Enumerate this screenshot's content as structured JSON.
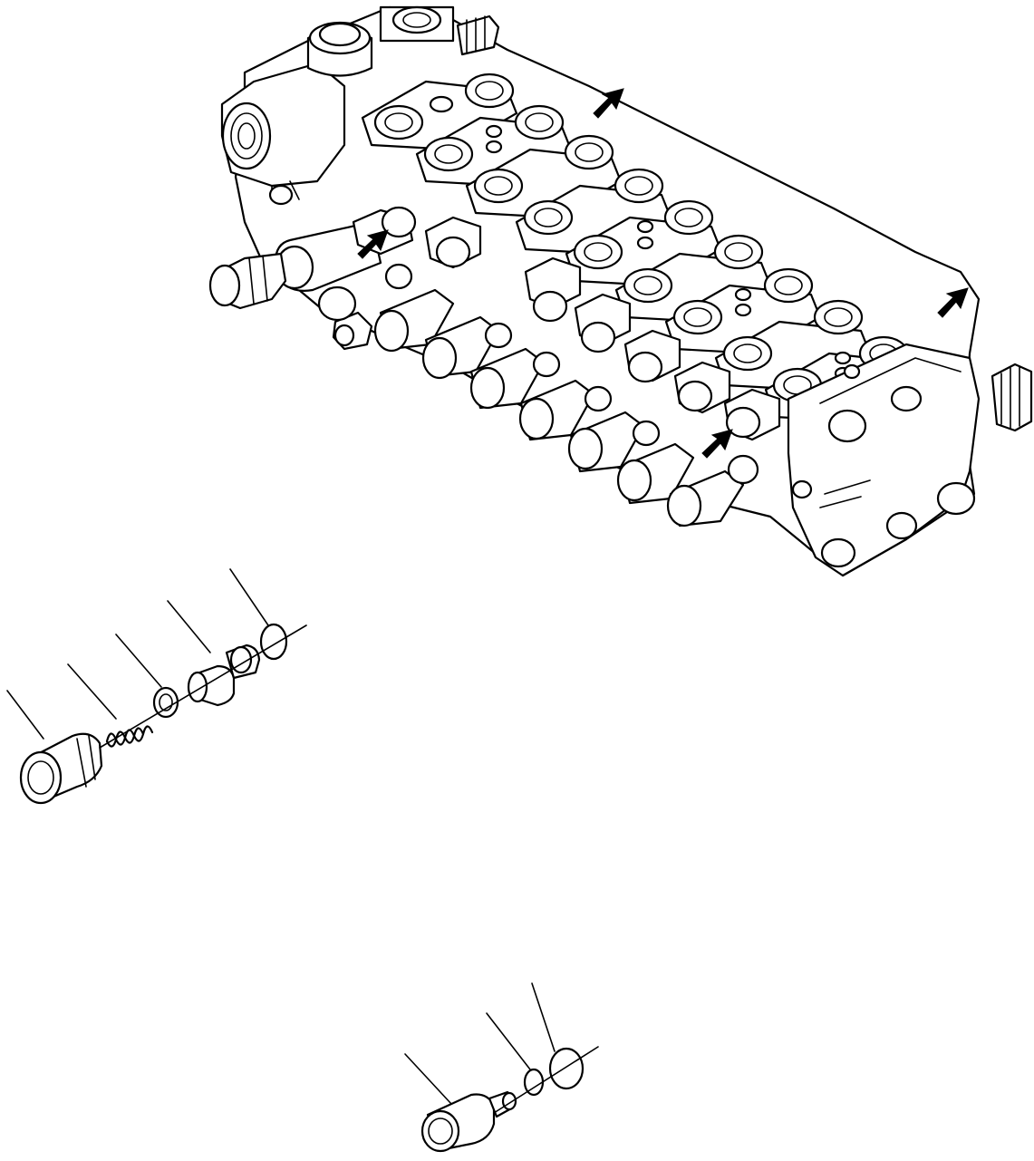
{
  "drawing": {
    "views": [
      {
        "name": "control-valve-assembly",
        "arrow_markers": 4
      },
      {
        "name": "check-valve-exploded",
        "leader_lines": 5
      },
      {
        "name": "safety-valve-exploded",
        "leader_lines": 3
      }
    ],
    "colors": {
      "line": "#000000",
      "background": "#ffffff"
    }
  }
}
